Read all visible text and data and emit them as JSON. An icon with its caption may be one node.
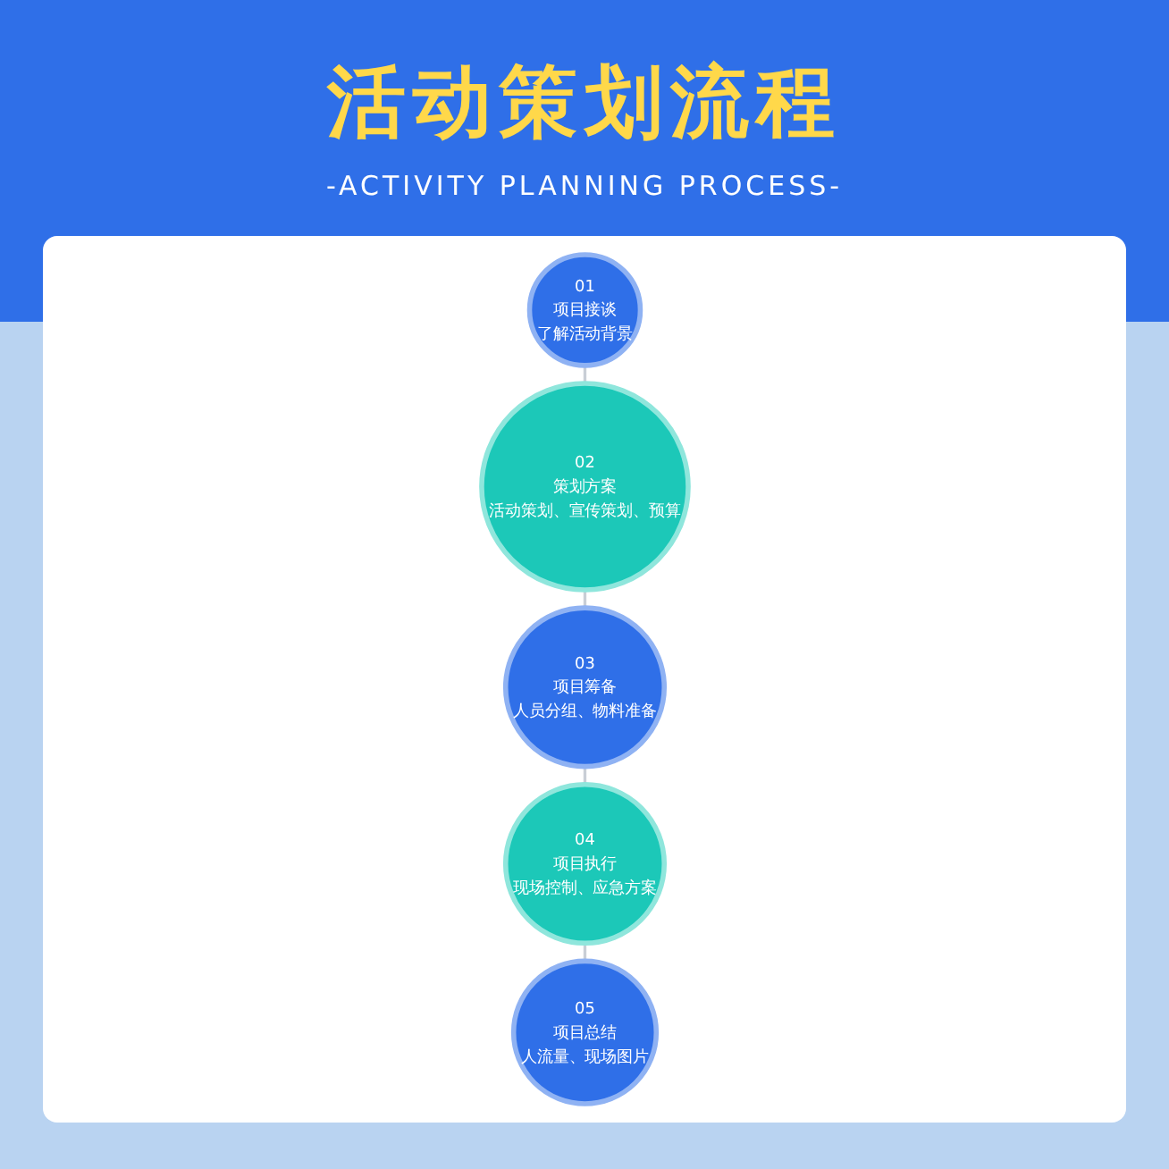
{
  "diagram": {
    "title": "活动策划流程",
    "nodes": [
      {
        "text": [
          "01",
          "项目接谈",
          "了解活动背景"
        ]
      },
      {
        "text": [
          "02",
          "策划方案",
          "活动策划、宣传策划、预算"
        ]
      },
      {
        "text": [
          "03",
          "项目筹备",
          "人员分组、物料准备"
        ]
      },
      {
        "text": [
          "04",
          "项目执行",
          "现场控制、应急方案"
        ]
      },
      {
        "text": [
          "05",
          "项目总结",
          "人流量、现场图片"
        ]
      }
    ],
    "edges": [
      {
        "from": 0,
        "to": 1,
        "arrow": "none"
      },
      {
        "from": 1,
        "to": 2,
        "arrow": "none"
      },
      {
        "from": 2,
        "to": 3,
        "arrow": "none"
      },
      {
        "from": 3,
        "to": 4,
        "arrow": "none"
      }
    ],
    "labels": [
      "-ACTIVITY PLANNING PROCESS-"
    ]
  }
}
